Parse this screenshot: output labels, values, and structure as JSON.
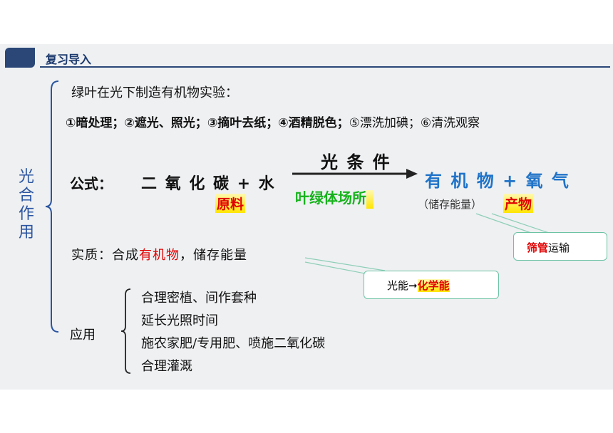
{
  "header": {
    "title": "复习导入"
  },
  "topic": {
    "chars": [
      "光",
      "合",
      "作",
      "用"
    ]
  },
  "experiment": {
    "title": "绿叶在光下制造有机物实验：",
    "steps": [
      "①暗处理；",
      "②遮光、照光；",
      "③摘叶去纸；",
      "④酒精脱色；",
      "⑤漂洗加碘；",
      "⑥清洗观察"
    ]
  },
  "formula": {
    "label": "公式：",
    "reactants": "二 氧 化 碳 + 水",
    "raw_label": "原料",
    "condition": "光 条 件",
    "site": "叶绿体场所",
    "products": "有 机 物 + 氧 气",
    "energy_note": "（储存能量）",
    "product_label": "产物"
  },
  "essence": {
    "prefix": "实质：合成",
    "highlight": "有机物",
    "suffix": "，储存能量"
  },
  "callouts": {
    "transport": {
      "part1": "筛管",
      "part2": "运输"
    },
    "energy": {
      "part1": "光能➞",
      "part2": "化学能"
    }
  },
  "application": {
    "label": "应用",
    "items": [
      "合理密植、间作套种",
      "延长光照时间",
      "施农家肥/专用肥、喷施二氧化碳",
      "合理灌溉"
    ]
  },
  "colors": {
    "header": "#2b4778",
    "red": "#e00000",
    "green": "#16b21b",
    "blue": "#1f73c8"
  }
}
